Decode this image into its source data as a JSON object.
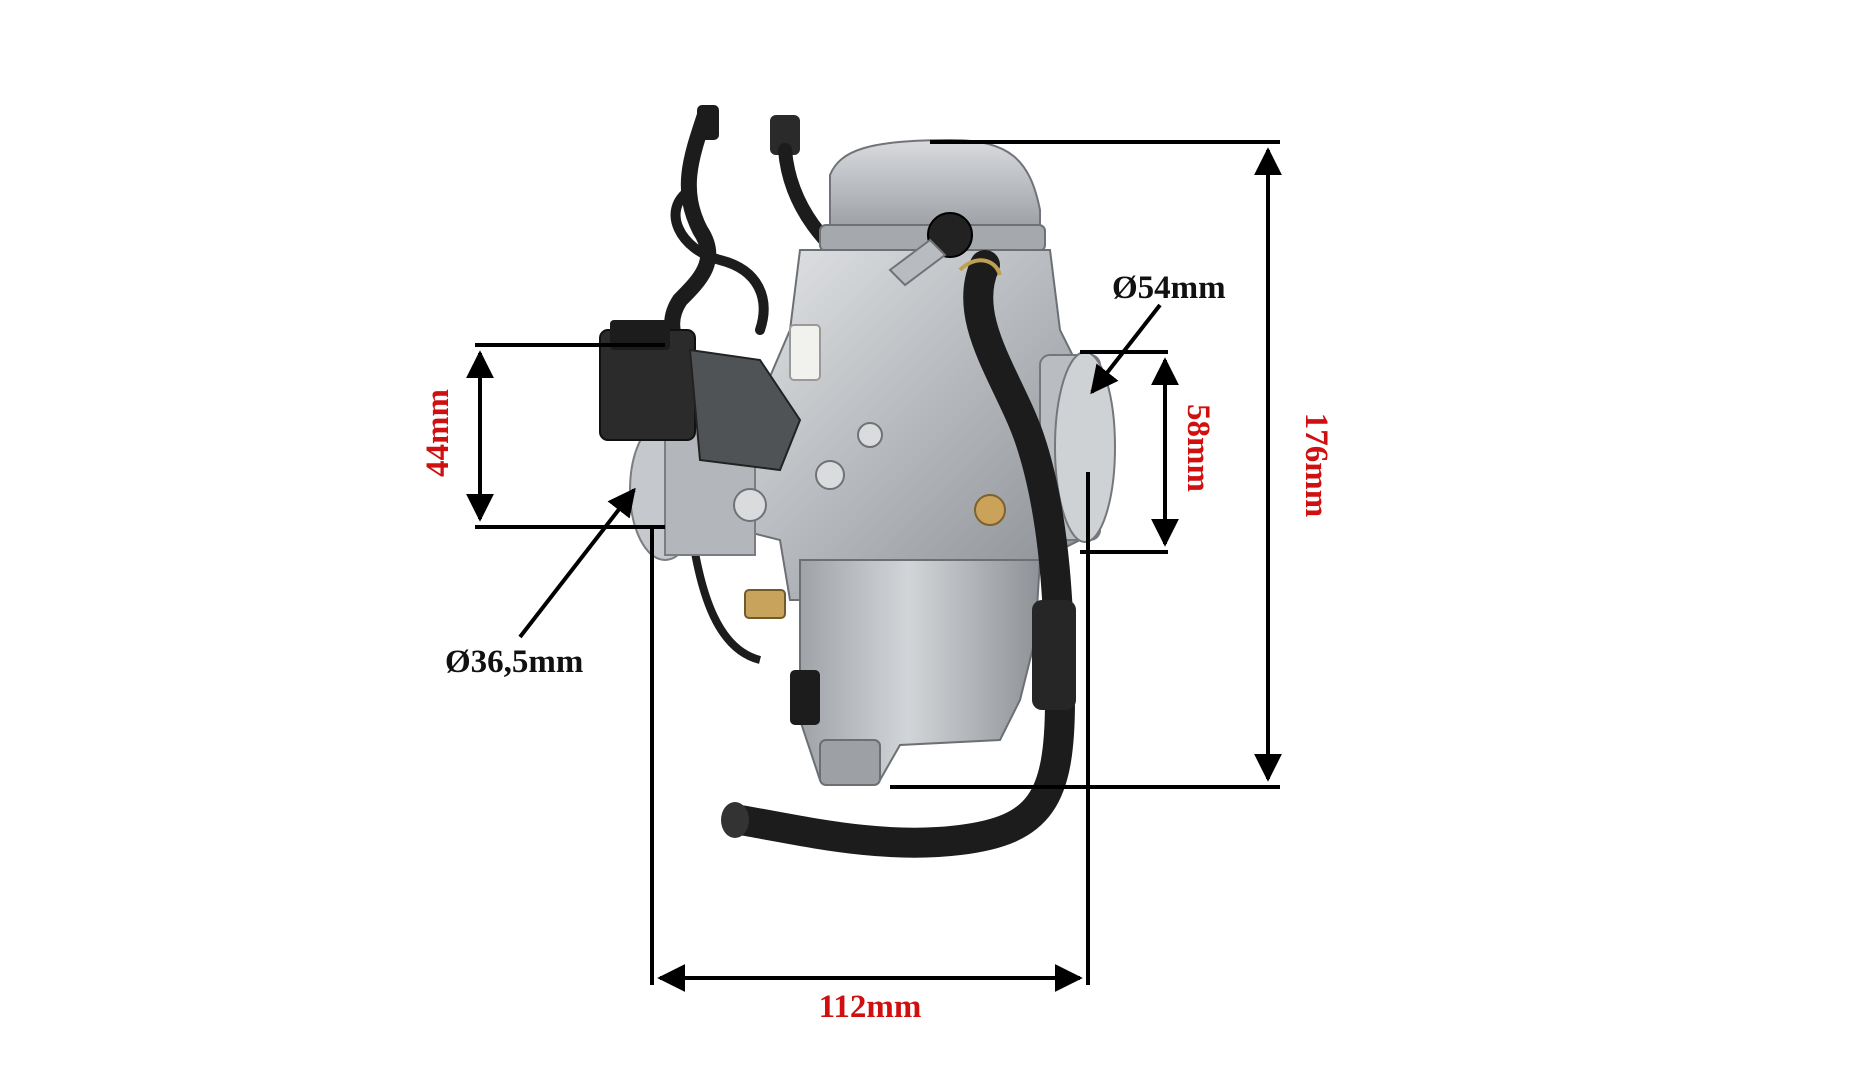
{
  "colors": {
    "background": "#ffffff",
    "dimension_line": "#000000",
    "label_red": "#d01010",
    "label_black": "#111111",
    "metal": "#b9bcc0",
    "metal_dark": "#8d9196",
    "hose": "#1c1c1c"
  },
  "labels": {
    "height_total": "176mm",
    "inlet_height": "44mm",
    "outlet_height": "58mm",
    "width_total": "112mm",
    "outlet_diameter": "Ø54mm",
    "inlet_diameter": "Ø36,5mm"
  }
}
